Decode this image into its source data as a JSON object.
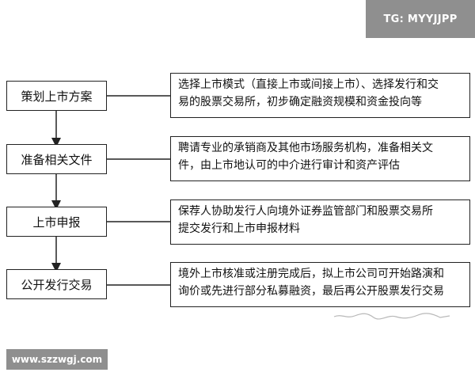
{
  "watermark": {
    "top": "TG: MYYJJPP",
    "bottom": "www.szzwgj.com"
  },
  "steps": [
    {
      "label": "策划上市方案",
      "desc_lines": [
        "选择上市模式（直接上市或间接上市）、选择发行和交",
        "易的股票交易所，初步确定融资规模和资金投向等"
      ]
    },
    {
      "label": "准备相关文件",
      "desc_lines": [
        "聘请专业的承销商及其他市场服务机构，准备相关文",
        "件，由上市地认可的中介进行审计和资产评估"
      ]
    },
    {
      "label": "上市申报",
      "desc_lines": [
        "保荐人协助发行人向境外证券监管部门和股票交易所",
        "提交发行和上市申报材料"
      ]
    },
    {
      "label": "公开发行交易",
      "desc_lines": [
        "境外上市核准或注册完成后，拟上市公司可开始路演和",
        "询价或先进行部分私募融资，最后再公开股票发行交易"
      ]
    }
  ],
  "colors": {
    "line": "#222222",
    "watermark_bg": "#8f8f8f"
  }
}
